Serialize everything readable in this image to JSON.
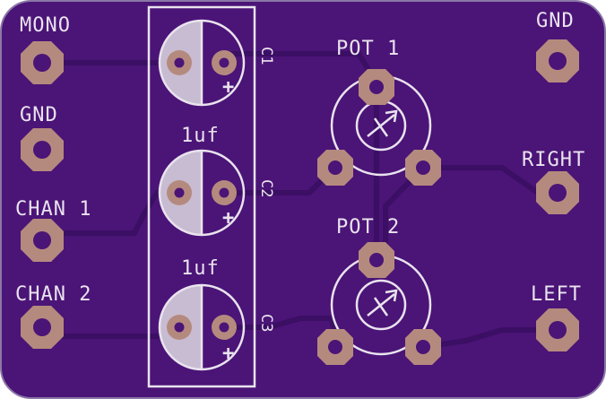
{
  "labels": {
    "mono": "MONO",
    "gnd_left": "GND",
    "chan1": "CHAN 1",
    "chan2": "CHAN 2",
    "gnd_right": "GND",
    "right": "RIGHT",
    "left": "LEFT",
    "pot1": "POT 1",
    "pot2": "POT 2",
    "c1": "C1",
    "c2": "C2",
    "c3": "C3",
    "cap_value_1": "1uf",
    "cap_value_2": "1uf",
    "plus_1": "+",
    "plus_2": "+",
    "plus_3": "+"
  },
  "colors": {
    "board": "#4b1477",
    "board_edge": "#8a78a6",
    "trace": "#3b0f64",
    "pad": "#b58a7e",
    "silk": "#e9e3ee"
  }
}
